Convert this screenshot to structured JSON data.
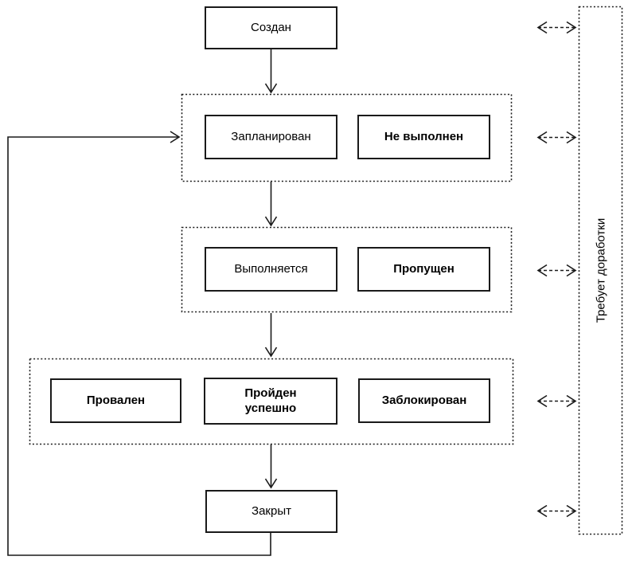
{
  "diagram": {
    "type": "state-flow",
    "language": "ru",
    "nodes": {
      "created": "Создан",
      "planned": "Запланирован",
      "not_executed": "Не выполнен",
      "executing": "Выполняется",
      "skipped": "Пропущен",
      "failed": "Провален",
      "passed": "Пройден успешно",
      "blocked": "Заблокирован",
      "closed": "Закрыт",
      "rework": "Требует доработки"
    },
    "edges": [
      {
        "from": "created",
        "to": "planned-group",
        "style": "solid-arrow"
      },
      {
        "from": "planned-group",
        "to": "executing-group",
        "style": "solid-arrow"
      },
      {
        "from": "executing-group",
        "to": "result-group",
        "style": "solid-arrow"
      },
      {
        "from": "result-group",
        "to": "closed",
        "style": "solid-arrow"
      },
      {
        "from": "closed",
        "to": "planned-group",
        "style": "solid-loop-arrow"
      },
      {
        "from": "created",
        "to": "rework",
        "style": "dashed-double-arrow"
      },
      {
        "from": "planned-group",
        "to": "rework",
        "style": "dashed-double-arrow"
      },
      {
        "from": "executing-group",
        "to": "rework",
        "style": "dashed-double-arrow"
      },
      {
        "from": "result-group",
        "to": "rework",
        "style": "dashed-double-arrow"
      },
      {
        "from": "closed",
        "to": "rework",
        "style": "dashed-double-arrow"
      }
    ],
    "colors": {
      "stroke": "#1a1a1a",
      "background": "#ffffff",
      "text": "#000000"
    }
  }
}
